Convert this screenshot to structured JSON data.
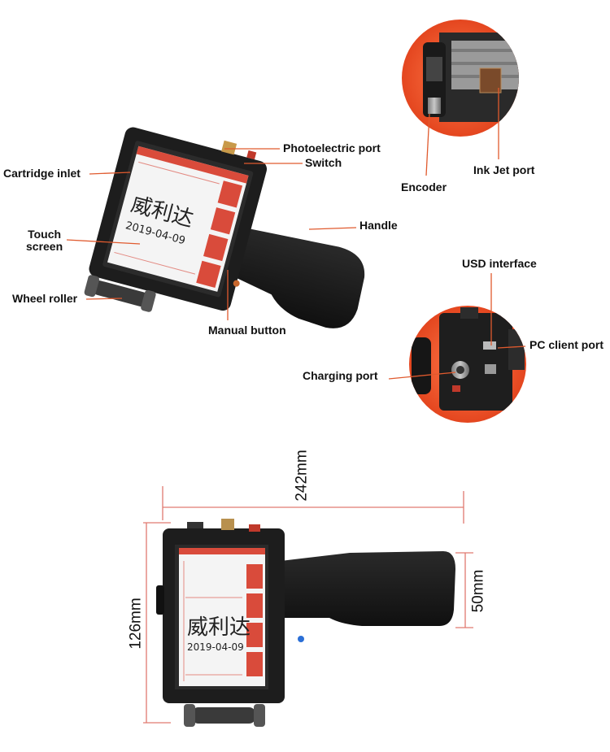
{
  "labels": {
    "photoelectric_port": "Photoelectric port",
    "switch": "Switch",
    "cartridge_inlet": "Cartridge inlet",
    "touch_screen_line1": "Touch",
    "touch_screen_line2": "screen",
    "handle": "Handle",
    "wheel_roller": "Wheel roller",
    "manual_button": "Manual button",
    "encoder": "Encoder",
    "ink_jet_port": "Ink Jet port",
    "usd_interface": "USD interface",
    "pc_client_port": "PC client port",
    "charging_port": "Charging port"
  },
  "dimensions": {
    "length": "242mm",
    "height": "126mm",
    "handle_width": "50mm"
  },
  "screen": {
    "print_text": "威利达",
    "print_date": "2019-04-09"
  },
  "colors": {
    "accent": "#e8542a",
    "leader_line": "#e05a2e",
    "dimension_line": "#e07a70",
    "device_body": "#1c1c1c"
  }
}
